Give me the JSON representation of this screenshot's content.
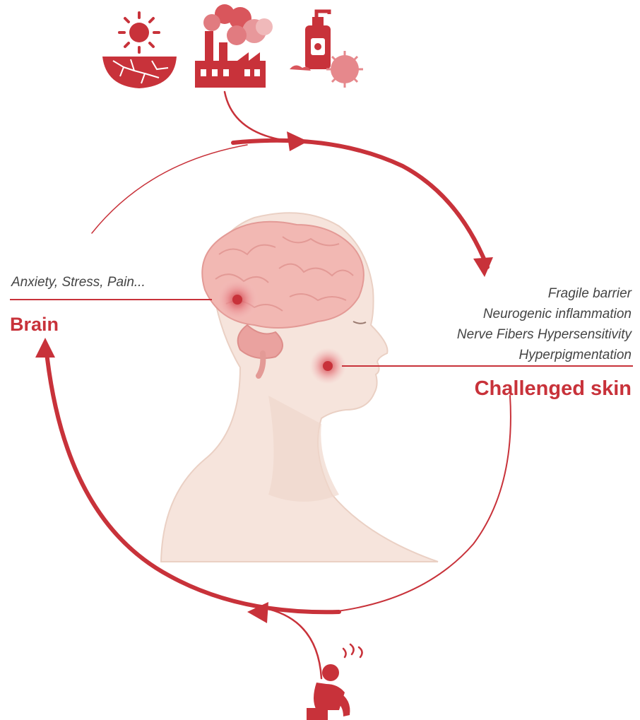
{
  "colors": {
    "accent": "#c8323a",
    "accent_dark": "#a8262d",
    "accent_light": "#e58a8c",
    "skin": "#f6e4dc",
    "skin_shadow": "#ead0c4",
    "brain": "#f2b8b3",
    "brain_dark": "#e39a96"
  },
  "brain_side": {
    "notes": "Anxiety, Stress, Pain...",
    "title": "Brain"
  },
  "skin_side": {
    "notes": [
      "Fragile barrier",
      "Neurogenic inflammation",
      "Nerve Fibers Hypersensitivity",
      "Hyperpigmentation"
    ],
    "title": "Challenged skin"
  },
  "icons": {
    "top": [
      "sun-dry-earth-icon",
      "factory-pollution-icon",
      "cosmetic-bottle-microbe-icon"
    ],
    "bottom": "stressed-person-icon"
  }
}
